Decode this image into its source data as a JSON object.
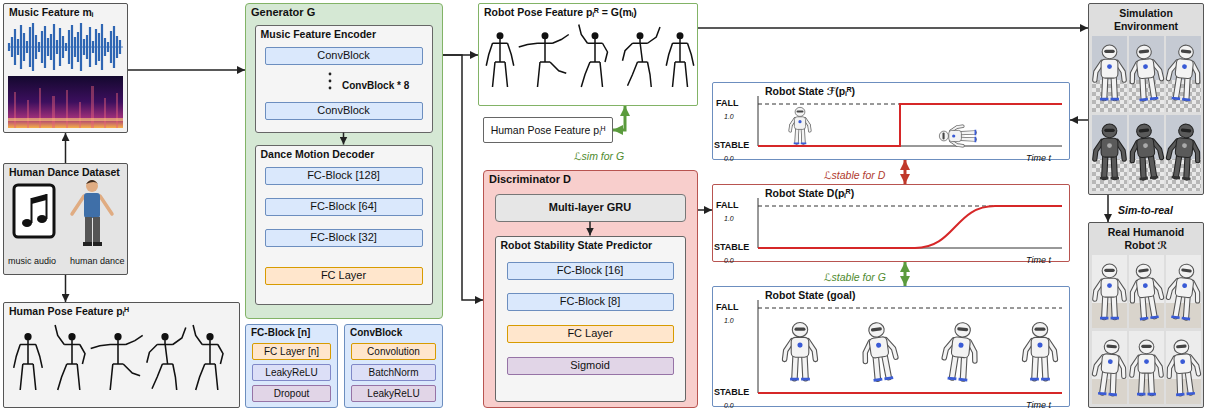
{
  "diagram": {
    "nodes": [
      {
        "text": [
          "Music Feature mᵢ"
        ]
      },
      {
        "text": [
          "Human Dance Dataset"
        ]
      },
      {
        "text": [
          "Human Pose Feature pᵢᴴ"
        ]
      },
      {
        "text": [
          "Generator G"
        ]
      },
      {
        "text": [
          "Music Feature Encoder"
        ],
        "in": 3
      },
      {
        "text": [
          "ConvBlock"
        ],
        "in": 4
      },
      {
        "text": [
          "ConvBlock"
        ],
        "in": 4
      },
      {
        "text": [
          "Dance Motion Decoder"
        ],
        "in": 3
      },
      {
        "text": [
          "FC-Block [128]"
        ],
        "in": 7
      },
      {
        "text": [
          "FC-Block [64]"
        ],
        "in": 7
      },
      {
        "text": [
          "FC-Block [32]"
        ],
        "in": 7
      },
      {
        "text": [
          "FC Layer"
        ],
        "in": 7
      },
      {
        "text": [
          "FC-Block [n]"
        ]
      },
      {
        "text": [
          "FC Layer [n]"
        ],
        "in": 12
      },
      {
        "text": [
          "LeakyReLU"
        ],
        "in": 12
      },
      {
        "text": [
          "Dropout"
        ],
        "in": 12
      },
      {
        "text": [
          "ConvBlock"
        ]
      },
      {
        "text": [
          "Convolution"
        ],
        "in": 16
      },
      {
        "text": [
          "BatchNorm"
        ],
        "in": 16
      },
      {
        "text": [
          "LeakyReLU"
        ],
        "in": 16
      },
      {
        "text": [
          "Robot Pose Feature pᵢᴿ = G(mᵢ)"
        ]
      },
      {
        "text": [
          "Human Pose Feature pᵢᴴ"
        ]
      },
      {
        "text": [
          "Discriminator D"
        ]
      },
      {
        "text": [
          "Multi-layer GRU"
        ],
        "in": 22
      },
      {
        "text": [
          "Robot Stability State Predictor"
        ],
        "in": 22
      },
      {
        "text": [
          "FC-Block [16]"
        ],
        "in": 24
      },
      {
        "text": [
          "FC-Block [8]"
        ],
        "in": 24
      },
      {
        "text": [
          "FC Layer"
        ],
        "in": 24
      },
      {
        "text": [
          "Sigmoid"
        ],
        "in": 24
      },
      {
        "text": [
          "Robot State ℱ(pᵢᴿ)"
        ]
      },
      {
        "text": [
          "Robot State D(pᵢᴿ)"
        ]
      },
      {
        "text": [
          "Robot State (goal)"
        ]
      },
      {
        "text": [
          "Simulation Environment"
        ]
      },
      {
        "text": [
          "Real Humanoid Robot ℛ"
        ]
      }
    ],
    "edges": [
      {
        "from": 1,
        "to": 0,
        "arrow": "to"
      },
      {
        "from": 1,
        "to": 2,
        "arrow": "to"
      },
      {
        "from": 0,
        "to": 3,
        "arrow": "to"
      },
      {
        "from": 4,
        "to": 7,
        "arrow": "to"
      },
      {
        "from": 3,
        "to": 20,
        "arrow": "to"
      },
      {
        "from": 3,
        "to": 22,
        "arrow": "to"
      },
      {
        "from": 21,
        "to": 20,
        "arrow": "both",
        "label": "ℒsim for G"
      },
      {
        "from": 20,
        "to": 32,
        "arrow": "to"
      },
      {
        "from": 32,
        "to": 29,
        "arrow": "to"
      },
      {
        "from": 22,
        "to": 30,
        "arrow": "to"
      },
      {
        "from": 29,
        "to": 30,
        "arrow": "both",
        "label": "ℒstable for D"
      },
      {
        "from": 30,
        "to": 31,
        "arrow": "both",
        "label": "ℒstable for G"
      },
      {
        "from": 32,
        "to": 33,
        "arrow": "to",
        "label": "Sim-to-real"
      },
      {
        "from": 23,
        "to": 24,
        "arrow": "to"
      }
    ],
    "labels": [
      "music audio",
      "human dance",
      "ConvBlock * 8",
      "FALL",
      "1.0",
      "STABLE",
      "0.0",
      "Time t",
      "FALL",
      "1.0",
      "STABLE",
      "0.0",
      "Time t",
      "FALL",
      "1.0",
      "STABLE",
      "0.0",
      "Time t"
    ]
  }
}
